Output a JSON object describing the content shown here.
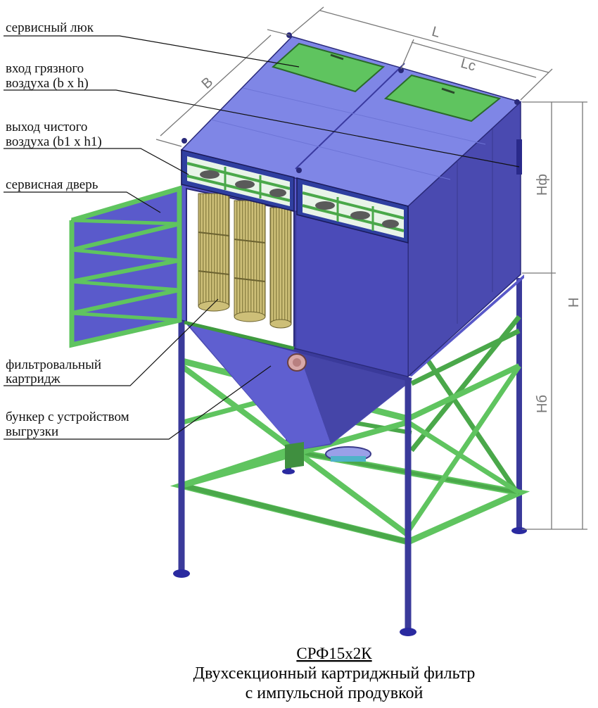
{
  "labels": {
    "service_hatch": "сервисный люк",
    "dirty_air_inlet_1": "вход грязного",
    "dirty_air_inlet_2": "воздуха (b x h)",
    "clean_air_outlet_1": "выход чистого",
    "clean_air_outlet_2": "воздуха (b1 x h1)",
    "service_door": "сервисная дверь",
    "filter_cartridge_1": "фильтровальный",
    "filter_cartridge_2": "картридж",
    "hopper_1": "бункер с устройством",
    "hopper_2": "выгрузки"
  },
  "dimensions": {
    "L": "L",
    "Lc": "Lc",
    "B": "B",
    "Hf": "Hф",
    "H": "H",
    "Hb": "Hб"
  },
  "caption": {
    "model": "СРФ15х2К",
    "line1": "Двухсекционный картриджный фильтр",
    "line2": "с импульсной продувкой"
  },
  "colors": {
    "body": "#5f5fd0",
    "body_top": "#7f86e6",
    "green": "#5fc45f",
    "dark_green": "#2f8a2f",
    "cartridge": "#c8b870"
  }
}
